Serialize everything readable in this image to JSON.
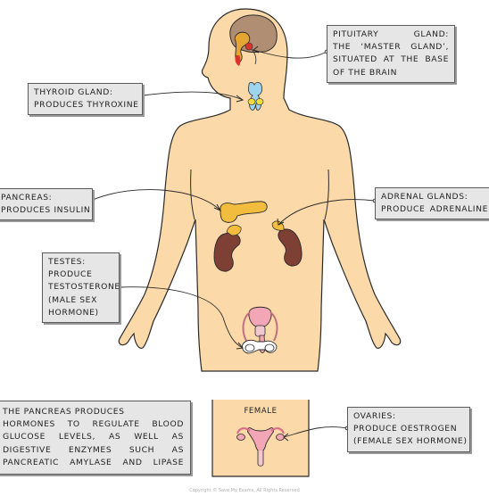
{
  "labels": {
    "pituitary": [
      "PITUITARY GLAND:",
      "THE ‘MASTER GLAND’,",
      "SITUATED AT THE BASE",
      "OF THE BRAIN"
    ],
    "thyroid": [
      "THYROID GLAND:",
      "PRODUCES THYROXINE"
    ],
    "pancreas": [
      "PANCREAS:",
      "PRODUCES INSULIN"
    ],
    "adrenal": [
      "ADRENAL GLANDS:",
      "PRODUCE ADRENALINE"
    ],
    "testes": [
      "TESTES:",
      "PRODUCE",
      "TESTOSTERONE",
      "(MALE SEX",
      "HORMONE)"
    ],
    "pancreas_note": [
      "THE PANCREAS PRODUCES",
      "HORMONES TO REGULATE BLOOD",
      "GLUCOSE LEVELS, AS WELL AS",
      "DIGESTIVE ENZYMES SUCH AS",
      "PANCREATIC AMYLASE AND LIPASE"
    ],
    "ovaries": [
      "OVARIES:",
      "PRODUCE OESTROGEN",
      "(FEMALE SEX HORMONE)"
    ]
  },
  "female_panel_title": "FEMALE",
  "copyright": "Copyright © Save My Exams. All Rights Reserved",
  "colors": {
    "skin": "#fbd9a8",
    "skin_outline": "#2a2a2a",
    "brain": "#b08e74",
    "pituitary": "#e4a532",
    "thyroid": "#9fd4ef",
    "parathyroid": "#f2dc3c",
    "pancreas": "#f2bd3f",
    "kidney": "#7e3f35",
    "reproductive": "#f2a6b6",
    "label_fill": "#e6e6e6"
  }
}
